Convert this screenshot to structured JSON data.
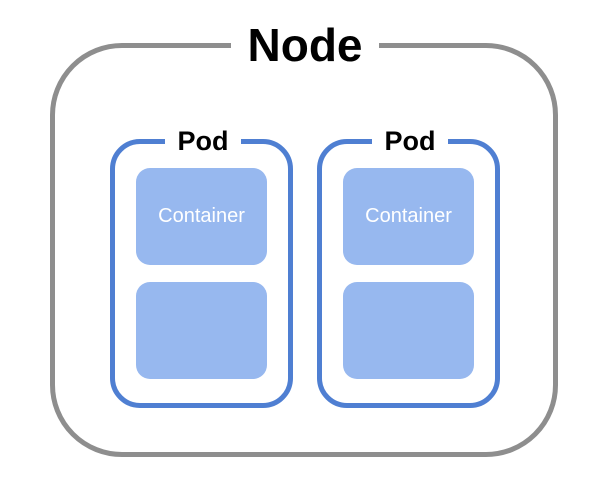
{
  "node": {
    "label": "Node"
  },
  "pods": [
    {
      "label": "Pod",
      "containers": [
        {
          "label": "Container"
        },
        {
          "label": ""
        }
      ]
    },
    {
      "label": "Pod",
      "containers": [
        {
          "label": "Container"
        },
        {
          "label": ""
        }
      ]
    }
  ],
  "colors": {
    "node_border": "#8e8e8e",
    "pod_border": "#4f7fd2",
    "container_fill": "#97b8ef",
    "container_text": "#ffffff"
  }
}
